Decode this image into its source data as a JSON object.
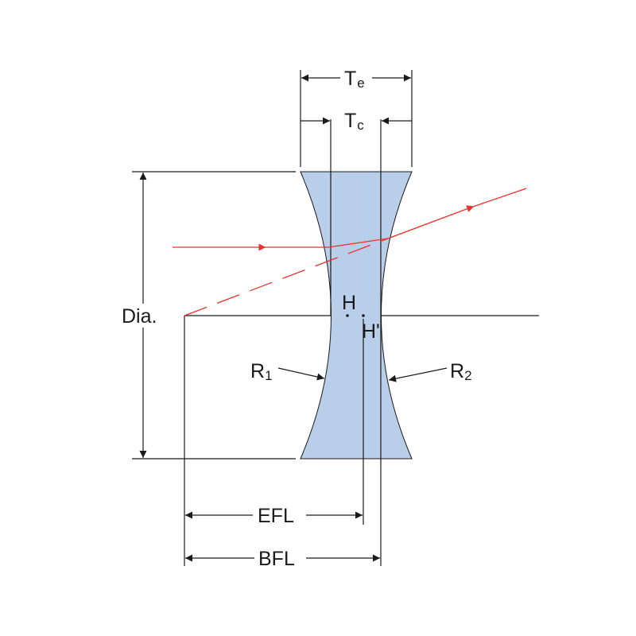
{
  "labels": {
    "te_main": "T",
    "te_sub": "e",
    "tc_main": "T",
    "tc_sub": "c",
    "dia": "Dia.",
    "h": "H",
    "h_prime": "H'",
    "r1_main": "R",
    "r1_sub": "1",
    "r2_main": "R",
    "r2_sub": "2",
    "efl": "EFL",
    "bfl": "BFL"
  },
  "colors": {
    "lens_fill": "#b9cfe9",
    "line": "#1a1a1a",
    "ray": "#e8322c",
    "background": "#ffffff"
  }
}
